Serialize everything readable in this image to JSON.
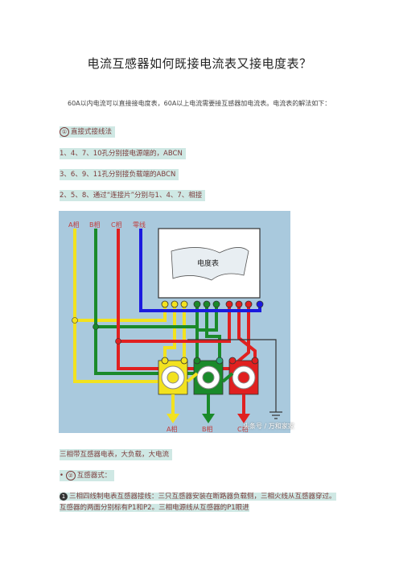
{
  "title": "电流互感器如何既接电流表又接电度表？",
  "intro": "60A以内电流可以直接接电度表，60A以上电流需要接互感器加电流表。电流表的解法如下：",
  "items": [
    {
      "marker": "①",
      "text": "直接式接线法"
    },
    {
      "marker": "",
      "text": "1、4、7、10孔分别接电源端的，ABCN"
    },
    {
      "marker": "",
      "text": "3、6、9、11孔分别接负载端的ABCN"
    },
    {
      "marker": "",
      "text": "2、5、8、通过“连接片”分别与1、4、7、相接"
    }
  ],
  "diagram": {
    "top_labels": [
      "A相",
      "B相",
      "C相",
      "零线"
    ],
    "meter_label": "电度表",
    "bottom_labels": [
      "A相",
      "B相",
      "C相"
    ],
    "watermark": "头条号 / 万和家家"
  },
  "after_items": [
    {
      "marker": "",
      "text": "三相带互感器电表，大负载，大电流"
    },
    {
      "marker": "②",
      "text": "互感器式："
    }
  ],
  "last_para": {
    "marker": "1",
    "text": "三相四线制电表互感器接线：三只互感器安装在断路器负载侧，三相火线从互感器穿过。互感器的两面分别标有P1和P2。三相电源线从互感器的P1眼进"
  },
  "colors": {
    "phaseA": "#f2e21f",
    "phaseB": "#1a8a2a",
    "phaseC": "#e02020",
    "neutral": "#1a1adf",
    "highlight": "#cfe8e4"
  }
}
